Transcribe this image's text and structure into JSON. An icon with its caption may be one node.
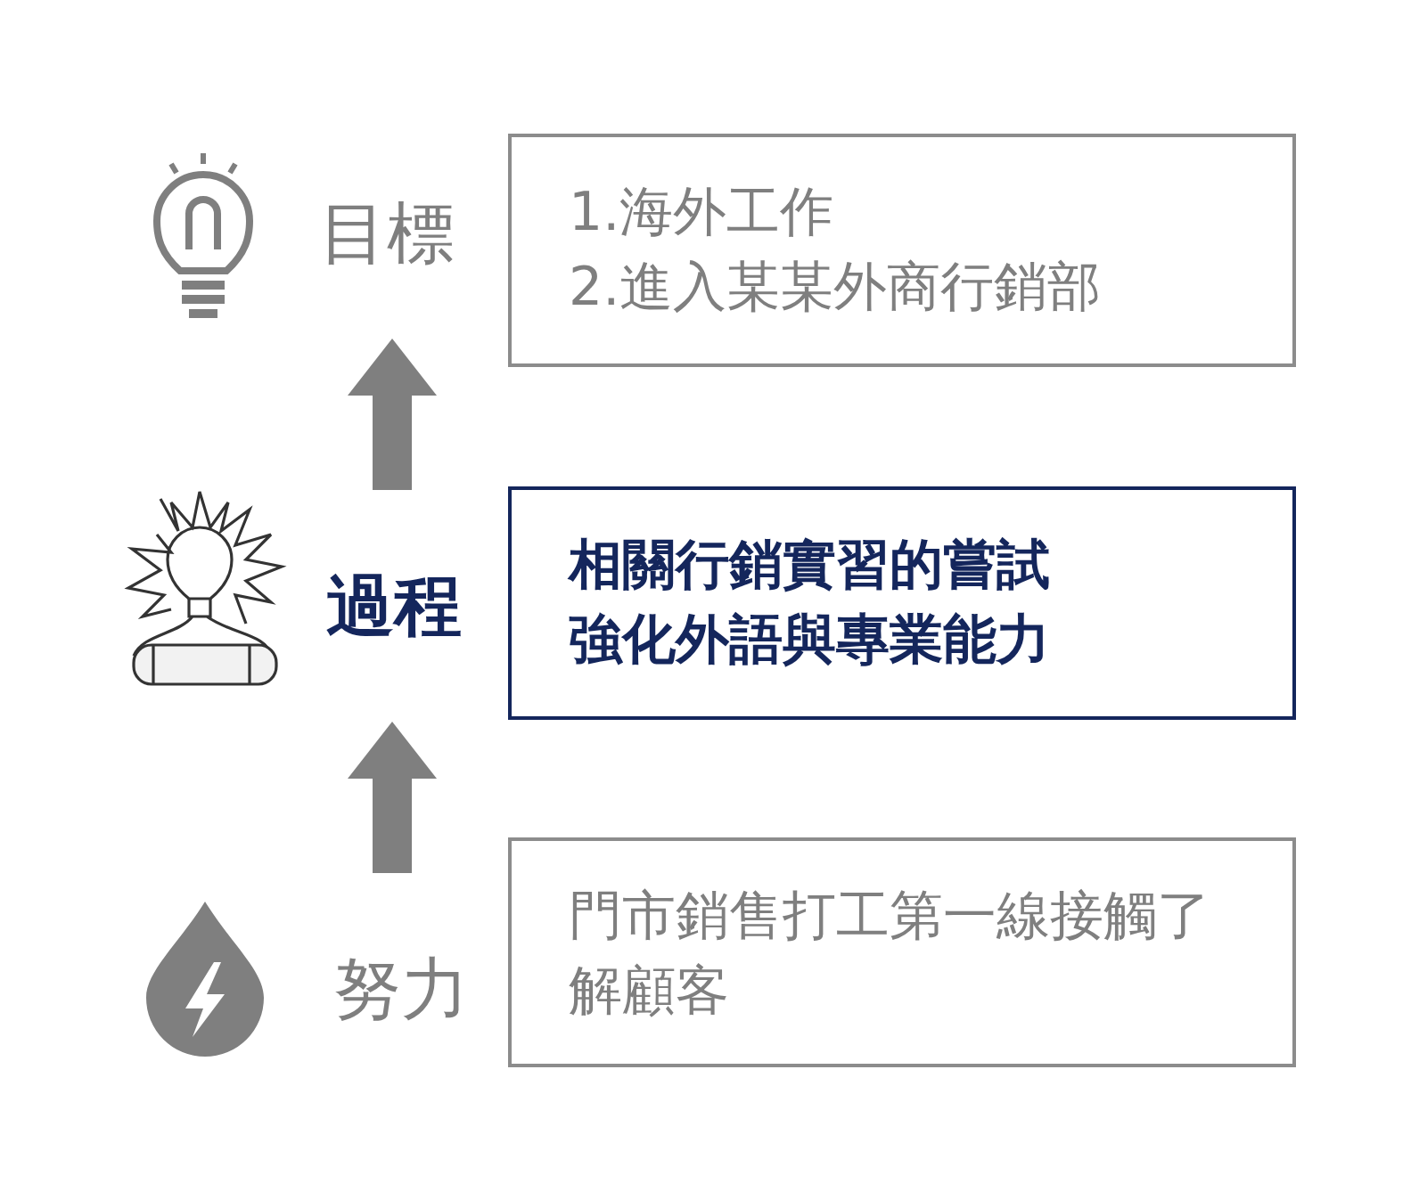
{
  "diagram": {
    "nodes": [
      {
        "text": [
          "目標"
        ]
      },
      {
        "text": [
          "1.海外工作",
          "2.進入某某外商行銷部"
        ]
      },
      {
        "text": [
          "過程"
        ]
      },
      {
        "text": [
          "相關行銷實習的嘗試",
          "強化外語與專業能力"
        ]
      },
      {
        "text": [
          "努力"
        ]
      },
      {
        "text": [
          "門市銷售打工第一線接觸了解顧客"
        ]
      }
    ],
    "edges": [
      {
        "from": 4,
        "to": 2,
        "arrow": "to"
      },
      {
        "from": 2,
        "to": 0,
        "arrow": "to"
      }
    ]
  }
}
